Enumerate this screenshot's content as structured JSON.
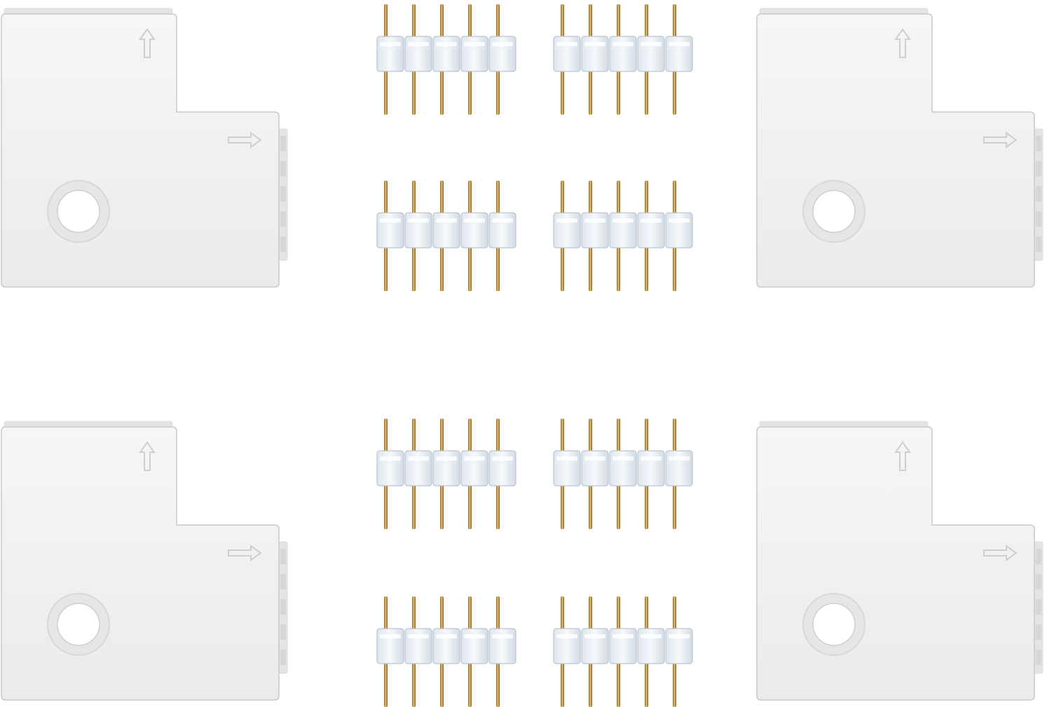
{
  "scene": {
    "description_label": "",
    "background": "#ffffff",
    "colors": {
      "connector_body": "#f1f1f1",
      "connector_edge": "#dcdcdc",
      "connector_shadow": "#c9c9c9",
      "arrow": "#cfcfcf",
      "pin_housing": "#f3f6f9",
      "pin_housing_edge": "#b9c4cf",
      "pin_metal": "#b38a3a",
      "pin_metal_light": "#e2c27a"
    },
    "corner_connectors": [
      {
        "id": "top-left"
      },
      {
        "id": "top-right"
      },
      {
        "id": "bottom-left"
      },
      {
        "id": "bottom-right"
      }
    ],
    "pin_headers": [
      {
        "id": "header-1"
      },
      {
        "id": "header-2"
      },
      {
        "id": "header-3"
      },
      {
        "id": "header-4"
      },
      {
        "id": "header-5"
      },
      {
        "id": "header-6"
      },
      {
        "id": "header-7"
      },
      {
        "id": "header-8"
      }
    ],
    "pins_per_header": 5
  }
}
